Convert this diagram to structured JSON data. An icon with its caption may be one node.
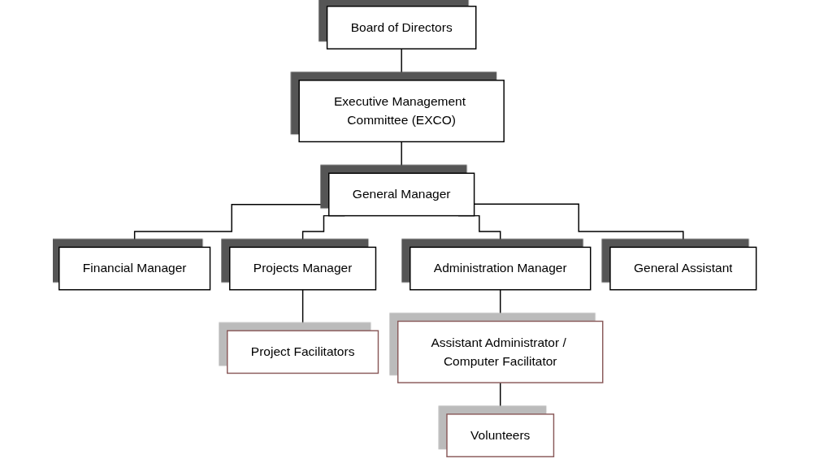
{
  "diagram": {
    "nodes": [
      {
        "text": [
          "Board of Directors"
        ]
      },
      {
        "text": [
          "Executive Management Committee (EXCO)"
        ]
      },
      {
        "text": [
          "General Manager"
        ]
      },
      {
        "text": [
          "Financial Manager"
        ]
      },
      {
        "text": [
          "Projects Manager"
        ]
      },
      {
        "text": [
          "Administration Manager"
        ]
      },
      {
        "text": [
          "General Assistant"
        ]
      },
      {
        "text": [
          "Project Facilitators"
        ]
      },
      {
        "text": [
          "Assistant Administrator / Computer Facilitator"
        ]
      },
      {
        "text": [
          "Volunteers"
        ]
      }
    ],
    "edges": [
      {
        "from": 0,
        "to": 1,
        "arrow": "none"
      },
      {
        "from": 1,
        "to": 2,
        "arrow": "none"
      },
      {
        "from": 2,
        "to": 3,
        "arrow": "none"
      },
      {
        "from": 2,
        "to": 4,
        "arrow": "none"
      },
      {
        "from": 2,
        "to": 5,
        "arrow": "none"
      },
      {
        "from": 2,
        "to": 6,
        "arrow": "none"
      },
      {
        "from": 4,
        "to": 7,
        "arrow": "none"
      },
      {
        "from": 5,
        "to": 8,
        "arrow": "none"
      },
      {
        "from": 8,
        "to": 9,
        "arrow": "none"
      }
    ]
  }
}
